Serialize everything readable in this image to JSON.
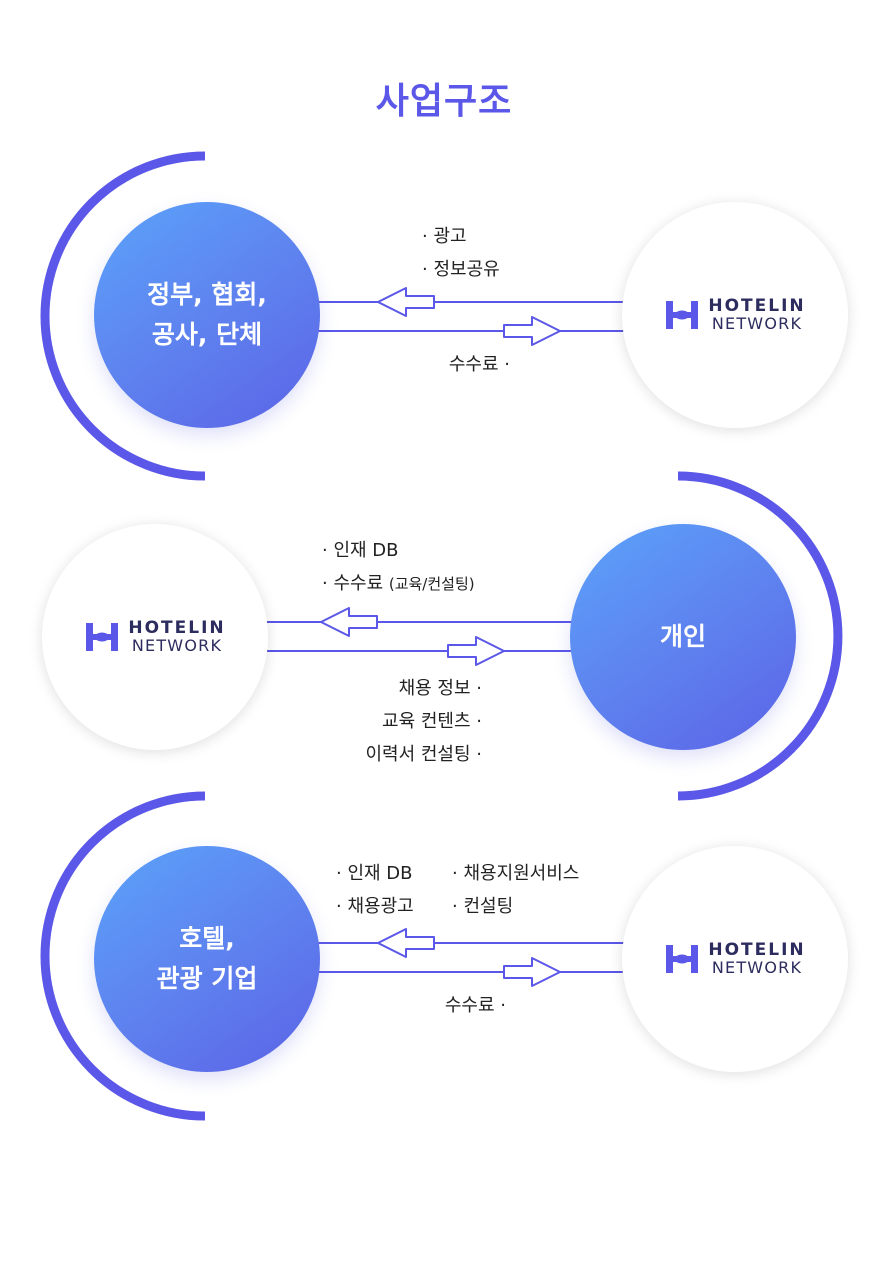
{
  "title": "사업구조",
  "rows": [
    {
      "blue_lines": [
        "정부, 협회,",
        "공사, 단체"
      ],
      "logo": {
        "top": "HOTELIN",
        "bottom": "NETWORK"
      },
      "incoming": [
        "· 광고",
        "· 정보공유"
      ],
      "outgoing": [
        "수수료 ·"
      ]
    },
    {
      "blue_lines": [
        "개인"
      ],
      "logo": {
        "top": "HOTELIN",
        "bottom": "NETWORK"
      },
      "incoming": [
        "·  인재 DB",
        "·  수수료",
        "(교육/컨설팅)"
      ],
      "outgoing": [
        "채용 정보 ·",
        "교육 컨텐츠 ·",
        "이력서 컨설팅 ·"
      ]
    },
    {
      "blue_lines": [
        "호텔,",
        "관광 기업"
      ],
      "logo": {
        "top": "HOTELIN",
        "bottom": "NETWORK"
      },
      "incoming_col1": [
        "· 인재 DB",
        "· 채용광고"
      ],
      "incoming_col2": [
        "· 채용지원서비스",
        "· 컨설팅"
      ],
      "outgoing": [
        "수수료 ·"
      ]
    }
  ],
  "colors": {
    "accent": "#5b57e8",
    "path": "#5b57e8",
    "blue_circle": "#5c7ff0"
  },
  "icons": [
    "hotelin-logo-icon",
    "arrow-left-icon",
    "arrow-right-icon"
  ]
}
